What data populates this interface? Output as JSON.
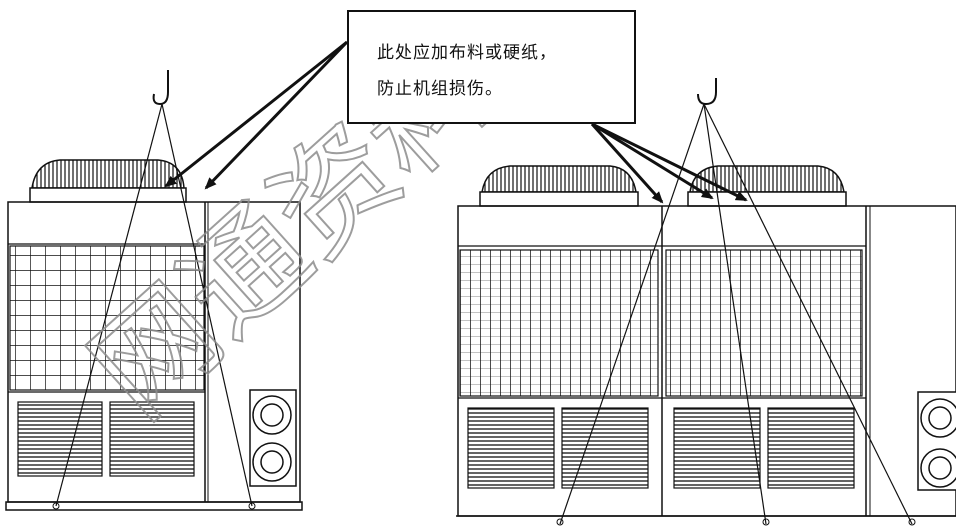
{
  "callout": {
    "line1": "此处应加布料或硬纸，",
    "line2": "防止机组损伤。"
  },
  "watermark": {
    "text": "网通资料",
    "color": "#8c8c8c"
  },
  "colors": {
    "ink": "#111111",
    "paper": "#ffffff"
  }
}
